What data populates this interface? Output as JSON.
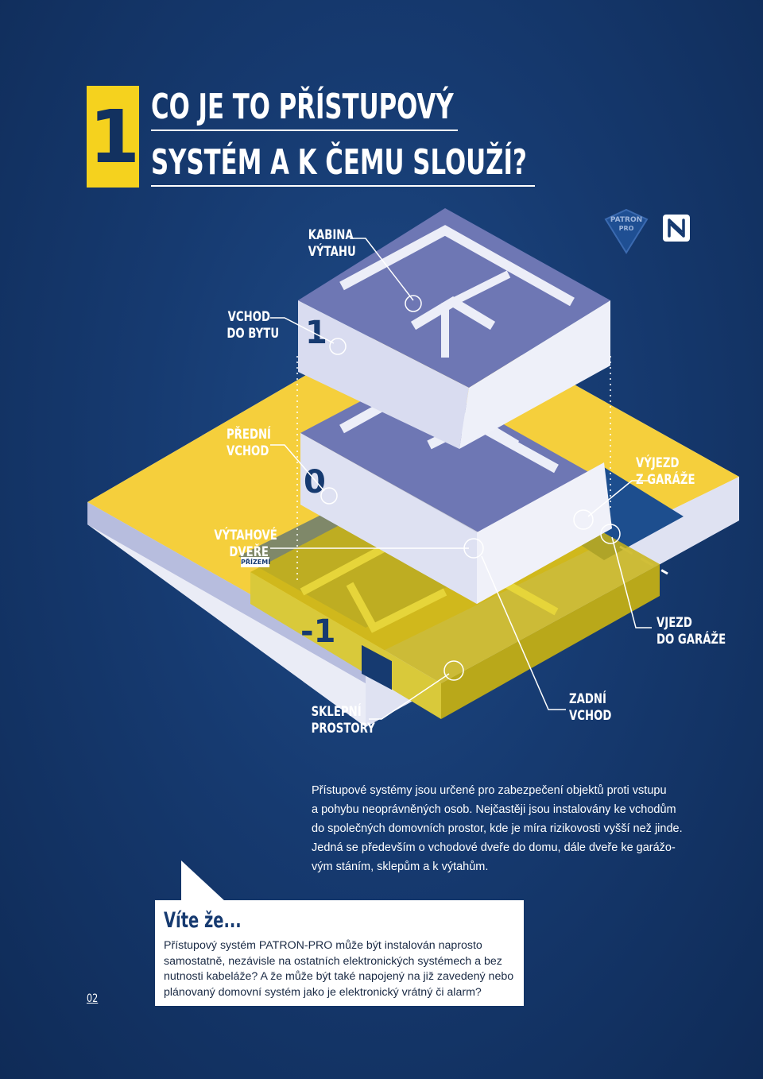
{
  "chapter_number": "1",
  "title": {
    "line1": "CO JE TO PŘÍSTUPOVÝ",
    "line2": "SYSTÉM A K ČEMU SLOUŽÍ?"
  },
  "logos": {
    "patron_line1": "PATRON",
    "patron_line2": "PRO",
    "nfc": "nfc-icon"
  },
  "floors": {
    "first": "1",
    "ground": "0",
    "basement": "-1"
  },
  "labels": {
    "kabina_1": "KABINA",
    "kabina_2": "VÝTAHU",
    "vchod_bytu_1": "VCHOD",
    "vchod_bytu_2": "DO BYTU",
    "predni_1": "PŘEDNÍ",
    "predni_2": "VCHOD",
    "vytahove_1": "VÝTAHOVÉ",
    "vytahove_2": "DVEŘE",
    "prizemi": "PŘÍZEMÍ",
    "vyjezd_1": "VÝJEZD",
    "vyjezd_2": "Z GARÁŽE",
    "vjezd_1": "VJEZD",
    "vjezd_2": "DO GARÁŽE",
    "sklepni_1": "SKLEPNÍ",
    "sklepni_2": "PROSTORY",
    "zadni_1": "ZADNÍ",
    "zadni_2": "VCHOD"
  },
  "paragraph": {
    "line1": "Přístupové systémy jsou určené pro zabezpečení objektů proti vstupu",
    "line2": "a pohybu neoprávněných osob. Nejčastěji jsou instalovány ke vchodům",
    "line3": "do společných domovních prostor, kde je míra rizikovosti vyšší než jinde.",
    "line4": "Jedná se především o vchodové dveře do domu, dále dveře ke garážo-",
    "line5": "vým stáním, sklepům a k výtahům."
  },
  "callout": {
    "title": "Víte že...",
    "text": "Přístupový systém PATRON-PRO může být instalován naprosto samostatně, nezávisle na ostatních elektronických systémech a bez nutnosti kabeláže? A že může být také napojený na již zavedený nebo plánovaný domovní systém jako je elektronický vrátný či alarm?"
  },
  "page_number": "02",
  "colors": {
    "background": "#163a70",
    "accent_yellow": "#f5d21e",
    "wall_light": "#dcdff0",
    "wall_shade": "#9ea6d0",
    "white": "#ffffff"
  }
}
